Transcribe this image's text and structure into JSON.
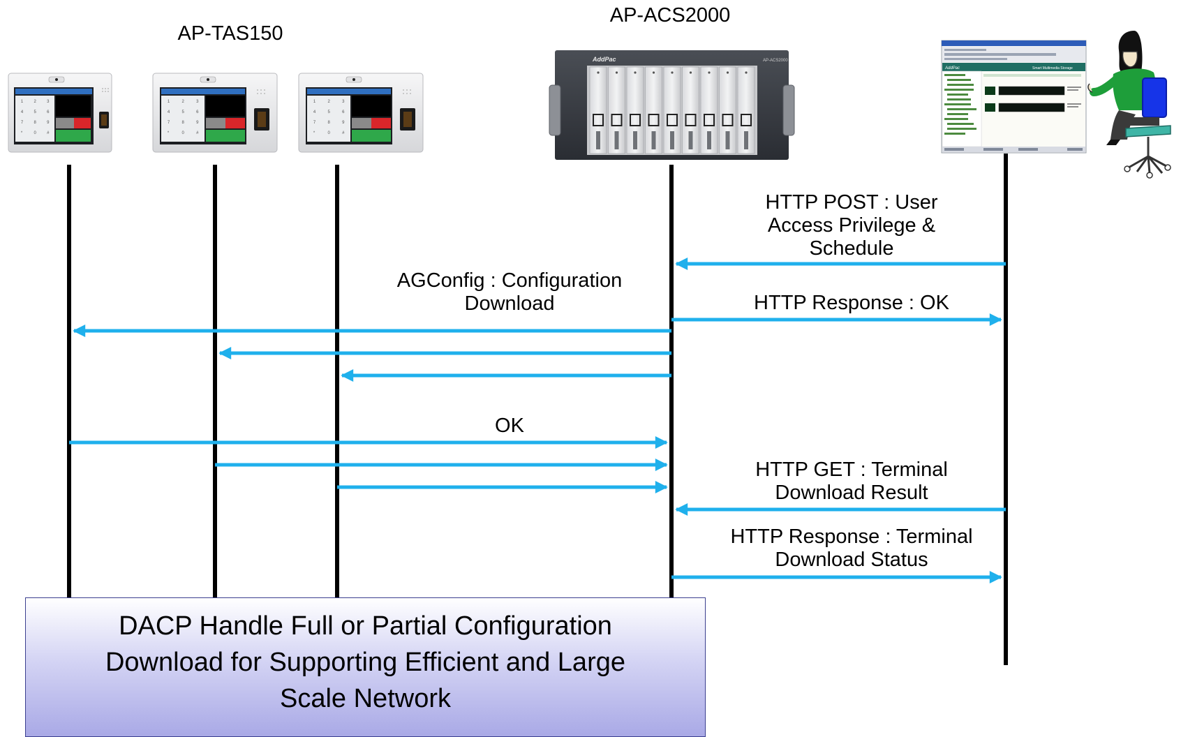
{
  "devices": {
    "tas_label": "AP-TAS150",
    "acs_label": "AP-ACS2000",
    "terminal_keypad_keys": [
      "1",
      "2",
      "3",
      "4",
      "5",
      "6",
      "7",
      "8",
      "9",
      "*",
      "0",
      "#"
    ],
    "acs_brand_text": "AddPac",
    "acs_model_text": "AP-ACS2000",
    "monitor_brand_text": "AddPac",
    "monitor_header_text": "Smart Multimedia Storage"
  },
  "messages": {
    "http_post": [
      "HTTP POST : User",
      "Access Privilege &",
      "Schedule"
    ],
    "http_response_ok": [
      "HTTP Response : OK"
    ],
    "agconfig": [
      "AGConfig : Configuration",
      "Download"
    ],
    "ok": [
      "OK"
    ],
    "http_get": [
      "HTTP GET : Terminal",
      "Download Result"
    ],
    "http_response_status": [
      "HTTP Response : Terminal",
      "Download Status"
    ]
  },
  "note": {
    "lines": [
      "DACP Handle Full or Partial Configuration",
      "Download for Supporting Efficient and Large",
      "Scale Network"
    ]
  },
  "colors": {
    "arrow": "#1fb0ec",
    "lifeline": "#000000",
    "note_border": "#3b3f8f",
    "note_fill_top": "#ffffff",
    "note_fill_bottom": "#a9a9e6"
  }
}
